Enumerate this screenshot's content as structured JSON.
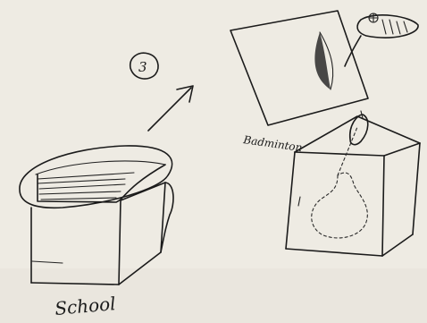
{
  "step_marker": "3",
  "labels": {
    "left_object": "School",
    "right_object": "Badminton"
  },
  "icons": {
    "arrow": "arrow-up-right-icon",
    "shuttlecock": "shuttlecock-icon"
  }
}
